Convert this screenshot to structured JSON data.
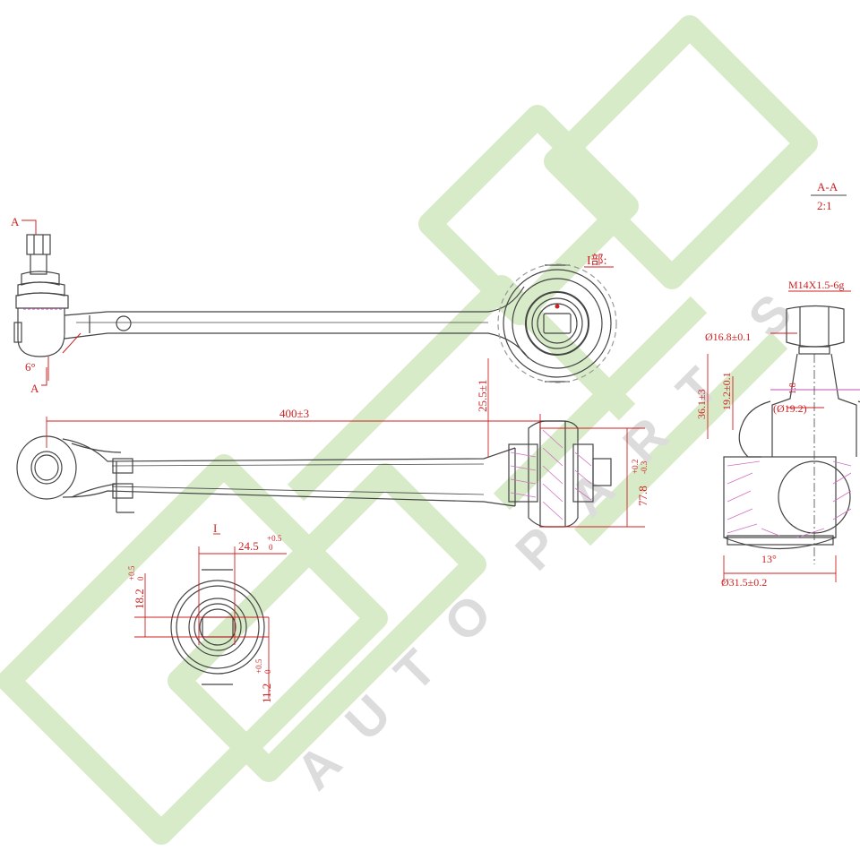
{
  "watermark": {
    "letters": [
      "A",
      "U",
      "T",
      "O",
      "P",
      "A",
      "R",
      "T",
      "S"
    ],
    "green": "#d8ebc8",
    "gray": "#dcdcdc"
  },
  "colors": {
    "line": "#444444",
    "dimension": "#cc2222",
    "hatch": "#d070c0"
  },
  "labels": {
    "section_mark_top": "A",
    "section_mark_bottom": "A",
    "angle": "6°",
    "detail_mark": "I部:",
    "detail_tag": "I",
    "section_title": "A-A",
    "section_scale": "2:1"
  },
  "dimensions": {
    "length": "400±3",
    "bushing_offset": "25.5±1",
    "bushing_diameter": "77.8",
    "bushing_diameter_tol_upper": "+0.2",
    "bushing_diameter_tol_lower": "-0.3",
    "slot_width": "24.5",
    "slot_width_tol_upper": "+0.5",
    "slot_width_tol_lower": "0",
    "slot_height": "18.2",
    "slot_height_tol_upper": "+0.5",
    "slot_height_tol_lower": "0",
    "bore_height": "11.2",
    "bore_height_tol_upper": "+0.5",
    "bore_height_tol_lower": "0",
    "thread": "M14X1.5-6g",
    "stud_diameter": "Ø16.8±0.1",
    "overall_height": "36.1±3",
    "taper_height": "19.2±0.1",
    "taper_ratio": "1:8",
    "taper_diameter": "(Ø19.2)",
    "ball_angle": "13°",
    "housing_diameter": "Ø31.5±0.2"
  }
}
